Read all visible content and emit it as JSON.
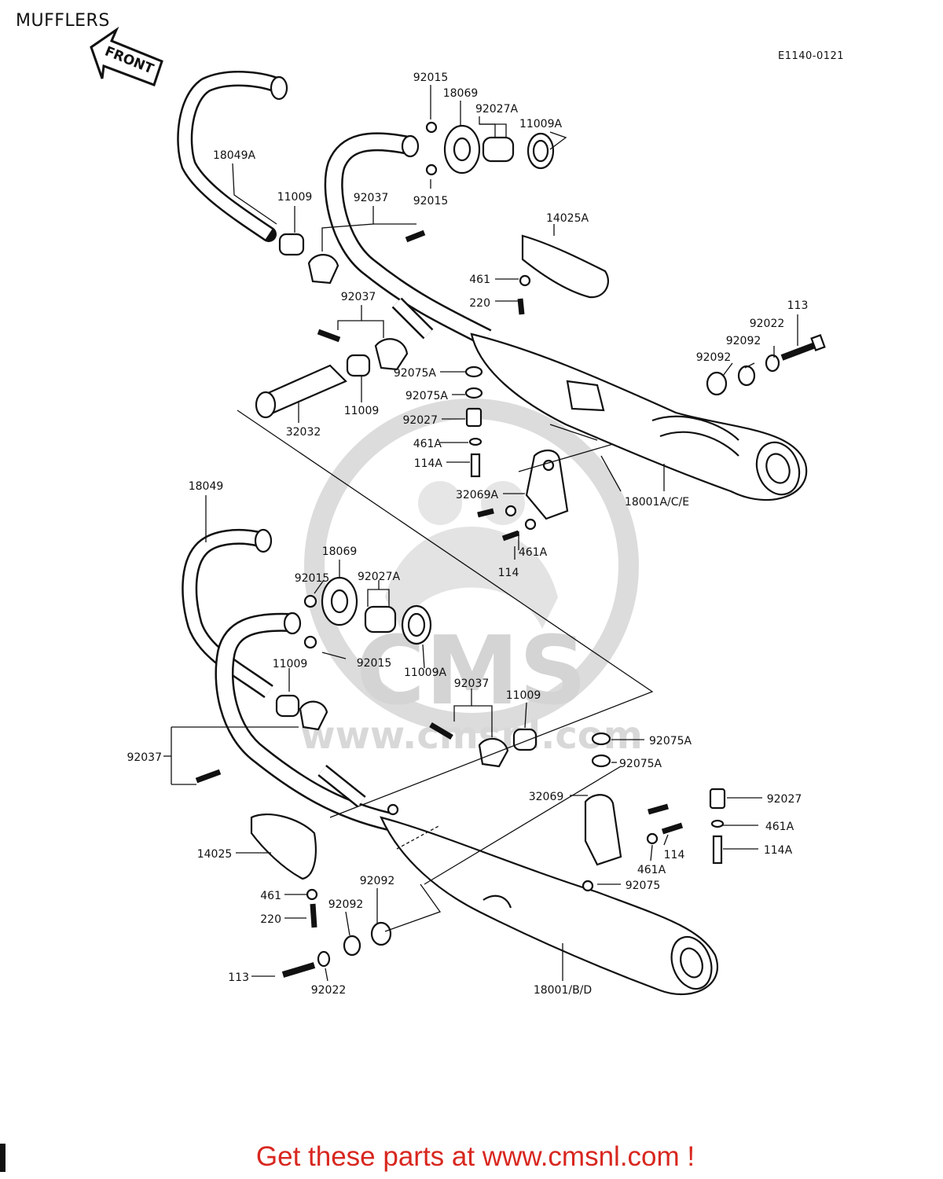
{
  "page": {
    "title": "MUFFLERS",
    "diagram_code": "E1140-0121",
    "front_label": "FRONT",
    "watermark": {
      "brand": "CMS",
      "url": "www.cmsnl.com",
      "color": "#dcdcdc"
    },
    "cta": "Get these parts at www.cmsnl.com !",
    "cta_color": "#d8271f"
  },
  "callouts": [
    {
      "id": "c01",
      "text": "92015"
    },
    {
      "id": "c02",
      "text": "18069"
    },
    {
      "id": "c03",
      "text": "92027A"
    },
    {
      "id": "c04",
      "text": "11009A"
    },
    {
      "id": "c05",
      "text": "18049A"
    },
    {
      "id": "c06",
      "text": "92015"
    },
    {
      "id": "c07",
      "text": "11009"
    },
    {
      "id": "c08",
      "text": "92037"
    },
    {
      "id": "c09",
      "text": "14025A"
    },
    {
      "id": "c10",
      "text": "461"
    },
    {
      "id": "c11",
      "text": "220"
    },
    {
      "id": "c12",
      "text": "113"
    },
    {
      "id": "c13",
      "text": "92022"
    },
    {
      "id": "c14",
      "text": "92092"
    },
    {
      "id": "c15",
      "text": "92092"
    },
    {
      "id": "c16",
      "text": "92037"
    },
    {
      "id": "c17",
      "text": "92075A"
    },
    {
      "id": "c18",
      "text": "92075A"
    },
    {
      "id": "c19",
      "text": "92027"
    },
    {
      "id": "c20",
      "text": "11009"
    },
    {
      "id": "c21",
      "text": "32032"
    },
    {
      "id": "c22",
      "text": "461A"
    },
    {
      "id": "c23",
      "text": "114A"
    },
    {
      "id": "c24",
      "text": "32069A"
    },
    {
      "id": "c25",
      "text": "18001A/C/E"
    },
    {
      "id": "c26",
      "text": "461A"
    },
    {
      "id": "c27",
      "text": "114"
    },
    {
      "id": "c28",
      "text": "18049"
    },
    {
      "id": "c29",
      "text": "18069"
    },
    {
      "id": "c30",
      "text": "92015"
    },
    {
      "id": "c31",
      "text": "92027A"
    },
    {
      "id": "c32",
      "text": "92015"
    },
    {
      "id": "c33",
      "text": "11009A"
    },
    {
      "id": "c34",
      "text": "11009"
    },
    {
      "id": "c35",
      "text": "92037"
    },
    {
      "id": "c36",
      "text": "11009"
    },
    {
      "id": "c37",
      "text": "92037"
    },
    {
      "id": "c38",
      "text": "92075A"
    },
    {
      "id": "c39",
      "text": "92075A"
    },
    {
      "id": "c40",
      "text": "32069"
    },
    {
      "id": "c41",
      "text": "92027"
    },
    {
      "id": "c42",
      "text": "461A"
    },
    {
      "id": "c43",
      "text": "114"
    },
    {
      "id": "c44",
      "text": "461A"
    },
    {
      "id": "c45",
      "text": "114A"
    },
    {
      "id": "c46",
      "text": "92075"
    },
    {
      "id": "c47",
      "text": "14025"
    },
    {
      "id": "c48",
      "text": "461"
    },
    {
      "id": "c49",
      "text": "220"
    },
    {
      "id": "c50",
      "text": "92092"
    },
    {
      "id": "c51",
      "text": "92092"
    },
    {
      "id": "c52",
      "text": "113"
    },
    {
      "id": "c53",
      "text": "92022"
    },
    {
      "id": "c54",
      "text": "18001/B/D"
    }
  ]
}
